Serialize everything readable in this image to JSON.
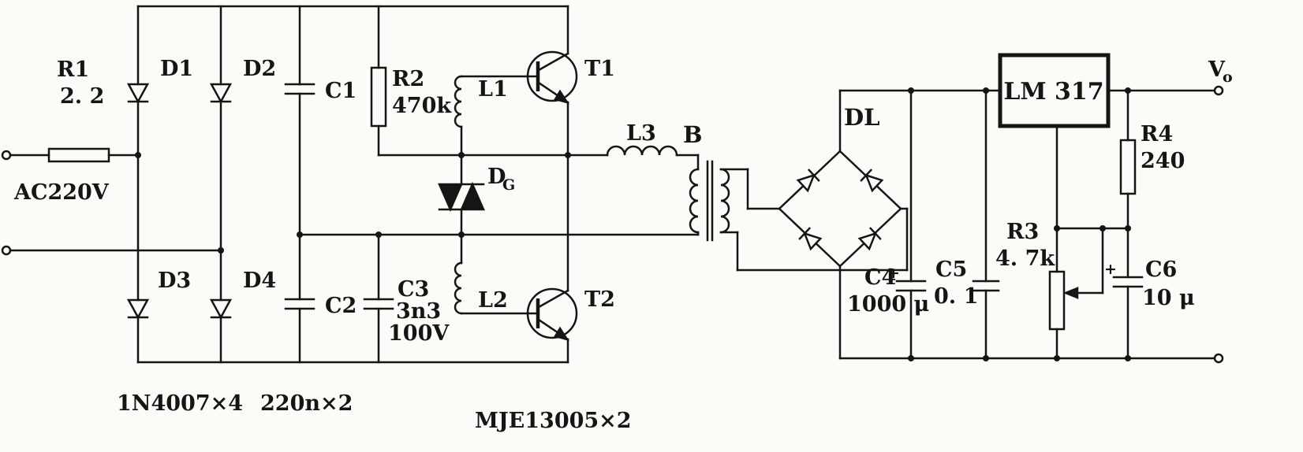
{
  "schematic": {
    "source": {
      "label": "AC220V"
    },
    "output": {
      "name": "V",
      "sub": "o"
    },
    "components": {
      "r1": {
        "name": "R1",
        "value": "2. 2"
      },
      "r2": {
        "name": "R2",
        "value": "470k"
      },
      "r3": {
        "name": "R3",
        "value": "4. 7k"
      },
      "r4": {
        "name": "R4",
        "value": "240"
      },
      "c1": {
        "name": "C1"
      },
      "c2": {
        "name": "C2"
      },
      "c3": {
        "name": "C3",
        "value": "3n3",
        "rating": "100V"
      },
      "c4": {
        "name": "C4",
        "value": "1000 μ",
        "polarity": "+"
      },
      "c5": {
        "name": "C5",
        "value": "0. 1"
      },
      "c6": {
        "name": "C6",
        "value": "10 μ",
        "polarity": "+"
      },
      "d1": {
        "name": "D1"
      },
      "d2": {
        "name": "D2"
      },
      "d3": {
        "name": "D3"
      },
      "d4": {
        "name": "D4"
      },
      "dg": {
        "name": "D",
        "sub": "G"
      },
      "dl": {
        "name": "DL"
      },
      "l1": {
        "name": "L1"
      },
      "l2": {
        "name": "L2"
      },
      "l3": {
        "name": "L3"
      },
      "t1": {
        "name": "T1"
      },
      "t2": {
        "name": "T2"
      },
      "transformer": {
        "name": "B"
      },
      "regulator": {
        "name": "LM 317"
      }
    },
    "captions": {
      "bridge_diodes": "1N4007×4",
      "divider_caps": "220n×2",
      "switch_transistors": "MJE13005×2"
    }
  }
}
